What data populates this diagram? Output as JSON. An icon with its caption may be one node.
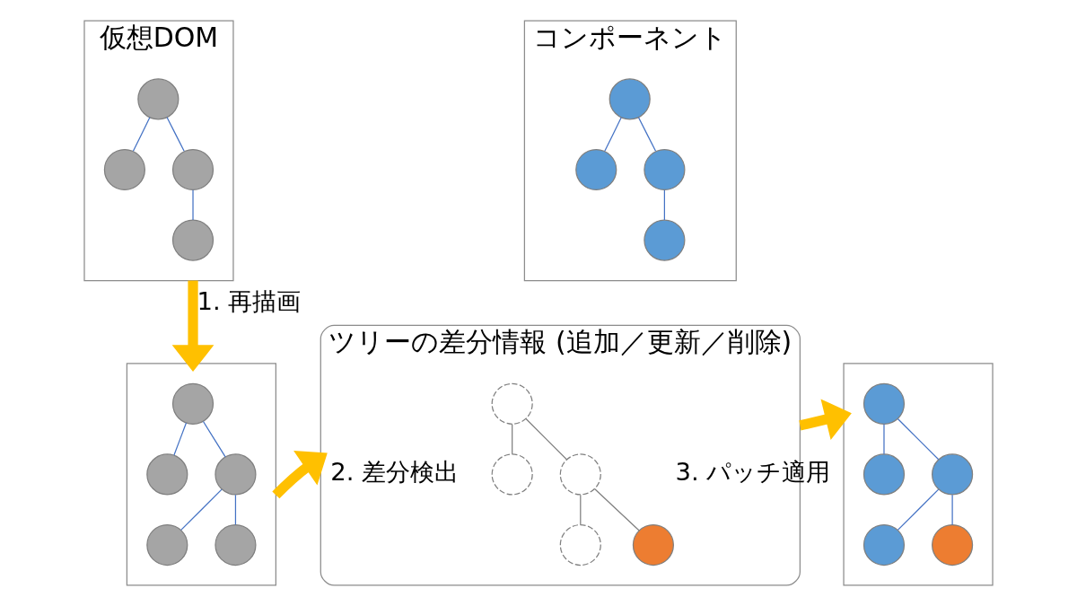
{
  "diagram": {
    "nodes": [
      {
        "text": [
          "仮想DOM"
        ]
      },
      {
        "text": [],
        "shape": "circle",
        "in": 0
      },
      {
        "text": [],
        "shape": "circle",
        "in": 0
      },
      {
        "text": [],
        "shape": "circle",
        "in": 0
      },
      {
        "text": [],
        "shape": "circle",
        "in": 0
      },
      {
        "text": [],
        "shape": "box"
      },
      {
        "text": [],
        "shape": "circle",
        "in": 5
      },
      {
        "text": [],
        "shape": "circle",
        "in": 5
      },
      {
        "text": [],
        "shape": "circle",
        "in": 5
      },
      {
        "text": [],
        "shape": "circle",
        "in": 5
      },
      {
        "text": [],
        "shape": "circle",
        "in": 5
      },
      {
        "text": [
          "ツリーの差分情報 (追加／更新／削除)"
        ]
      },
      {
        "text": [],
        "shape": "circle",
        "in": 11
      },
      {
        "text": [],
        "shape": "circle",
        "in": 11
      },
      {
        "text": [],
        "shape": "circle",
        "in": 11
      },
      {
        "text": [],
        "shape": "circle",
        "in": 11
      },
      {
        "text": [],
        "shape": "circle",
        "in": 11
      },
      {
        "text": [
          "コンポーネント"
        ]
      },
      {
        "text": [],
        "shape": "circle",
        "in": 17
      },
      {
        "text": [],
        "shape": "circle",
        "in": 17
      },
      {
        "text": [],
        "shape": "circle",
        "in": 17
      },
      {
        "text": [],
        "shape": "circle",
        "in": 17
      },
      {
        "text": [],
        "shape": "box"
      },
      {
        "text": [],
        "shape": "circle",
        "in": 22
      },
      {
        "text": [],
        "shape": "circle",
        "in": 22
      },
      {
        "text": [],
        "shape": "circle",
        "in": 22
      },
      {
        "text": [],
        "shape": "circle",
        "in": 22
      },
      {
        "text": [],
        "shape": "circle",
        "in": 22
      }
    ],
    "edges": [
      {
        "from": 1,
        "to": 2,
        "arrow": "none"
      },
      {
        "from": 1,
        "to": 3,
        "arrow": "none"
      },
      {
        "from": 3,
        "to": 4,
        "arrow": "none"
      },
      {
        "from": 6,
        "to": 7,
        "arrow": "none"
      },
      {
        "from": 6,
        "to": 8,
        "arrow": "none"
      },
      {
        "from": 8,
        "to": 9,
        "arrow": "none"
      },
      {
        "from": 8,
        "to": 10,
        "arrow": "none"
      },
      {
        "from": 12,
        "to": 13,
        "arrow": "none",
        "color": "#7f7f7f"
      },
      {
        "from": 12,
        "to": 14,
        "arrow": "none",
        "color": "#7f7f7f"
      },
      {
        "from": 14,
        "to": 15,
        "arrow": "none",
        "color": "#7f7f7f"
      },
      {
        "from": 14,
        "to": 16,
        "arrow": "none",
        "color": "#7f7f7f"
      },
      {
        "from": 18,
        "to": 19,
        "arrow": "none"
      },
      {
        "from": 18,
        "to": 20,
        "arrow": "none"
      },
      {
        "from": 20,
        "to": 21,
        "arrow": "none"
      },
      {
        "from": 23,
        "to": 24,
        "arrow": "none"
      },
      {
        "from": 23,
        "to": 25,
        "arrow": "none"
      },
      {
        "from": 25,
        "to": 26,
        "arrow": "none"
      },
      {
        "from": 25,
        "to": 27,
        "arrow": "none"
      },
      {
        "from": 0,
        "to": 5,
        "arrow": "to",
        "label": "1. 再描画",
        "style": "thick",
        "color": "#ffc000"
      },
      {
        "from": 5,
        "to": 11,
        "arrow": "to",
        "label": "2. 差分検出",
        "style": "thick",
        "color": "#ffc000"
      },
      {
        "from": 11,
        "to": 22,
        "arrow": "to",
        "label": "3. パッチ適用",
        "style": "thick",
        "color": "#ffc000"
      }
    ]
  }
}
